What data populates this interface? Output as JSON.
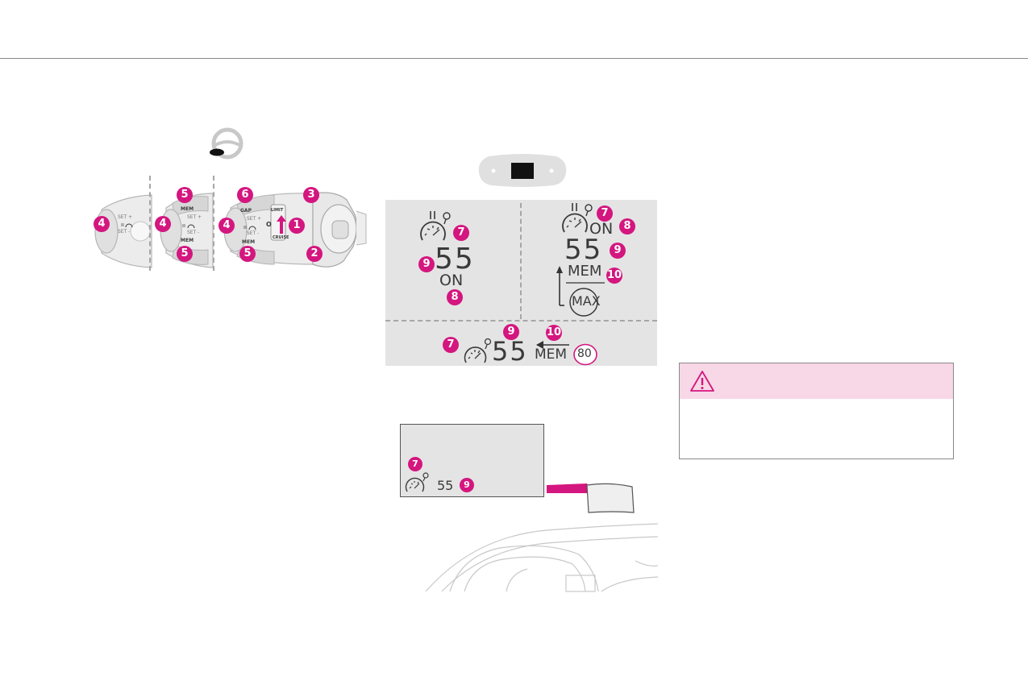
{
  "stalk": {
    "labels": {
      "gap": "GAP",
      "mem": "MEM",
      "set_plus": "SET +",
      "set_minus": "SET -",
      "limit": "LIMIT",
      "cruise": "CRUISE",
      "off": "O"
    },
    "badges": [
      "1",
      "2",
      "3",
      "4",
      "5",
      "6"
    ]
  },
  "cluster_display": {
    "quadrant_left": {
      "speed": "55",
      "status": "ON",
      "badges": [
        "7",
        "9",
        "8"
      ]
    },
    "quadrant_right": {
      "status": "ON",
      "speed": "55",
      "mem": "MEM",
      "max": "MAX",
      "badges": [
        "7",
        "8",
        "9",
        "10"
      ]
    },
    "bottom_strip": {
      "speed": "55",
      "mem": "MEM",
      "limit_value": "80",
      "badges": [
        "7",
        "9",
        "10"
      ]
    }
  },
  "head_up_display": {
    "speed": "55",
    "badges": [
      "7",
      "9"
    ]
  },
  "warning": {
    "icon": "warning-triangle-icon",
    "accent_color": "#d4167f",
    "header_color": "#f8d7e6"
  },
  "colors": {
    "badge": "#d4167f",
    "panel": "#e4e4e4",
    "outline": "#b0b0b0"
  }
}
